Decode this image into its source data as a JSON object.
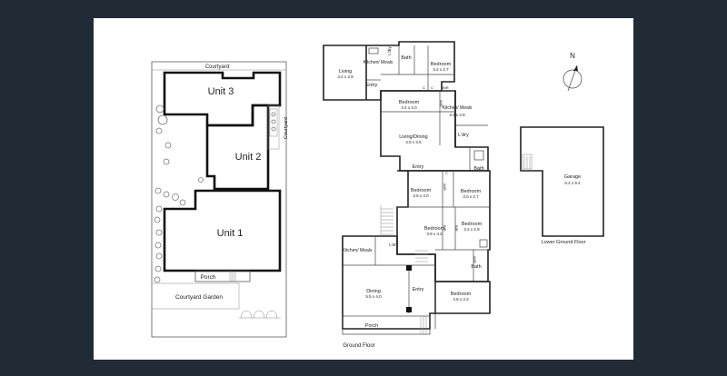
{
  "site": {
    "courtyard_top": "Courtyard",
    "courtyard_side": "Courtyard",
    "unit1": "Unit 1",
    "unit2": "Unit 2",
    "unit3": "Unit 3",
    "porch": "Porch",
    "courtyard_garden": "Courtyard Garden"
  },
  "ground": {
    "title": "Ground Floor",
    "rooms": [
      {
        "name": "Living",
        "size": "3.2 x 4.9"
      },
      {
        "name": "Kitchen/ Meals",
        "size": ""
      },
      {
        "name": "L'dry",
        "size": ""
      },
      {
        "name": "Bath",
        "size": ""
      },
      {
        "name": "Bedroom",
        "size": "3.2 x 2.7"
      },
      {
        "name": "Entry",
        "size": ""
      },
      {
        "name": "Bedroom",
        "size": "4.4 x 3.0"
      },
      {
        "name": "Kitchen/ Meals",
        "size": "3.1 x 2.8"
      },
      {
        "name": "Living/Dining",
        "size": "4.5 x 3.6"
      },
      {
        "name": "L'dry",
        "size": ""
      },
      {
        "name": "Entry",
        "size": ""
      },
      {
        "name": "Bath",
        "size": ""
      },
      {
        "name": "Bedroom",
        "size": "3.8 x 3.0"
      },
      {
        "name": "Bedroom",
        "size": "3.0 x 2.7"
      },
      {
        "name": "Bedroom",
        "size": "3.9 x 4.2"
      },
      {
        "name": "Bedroom",
        "size": "3.2 x 2.9"
      },
      {
        "name": "Kitchen/ Meals",
        "size": ""
      },
      {
        "name": "L'dry",
        "size": ""
      },
      {
        "name": "Bath",
        "size": ""
      },
      {
        "name": "Dining",
        "size": "5.5 x 4.0"
      },
      {
        "name": "Entry",
        "size": ""
      },
      {
        "name": "Bedroom",
        "size": "4.8 x 3.3"
      },
      {
        "name": "Porch",
        "size": ""
      }
    ],
    "tags": {
      "wir": "WIR",
      "bir": "BIR",
      "c": "C"
    }
  },
  "lower": {
    "title": "Lower Ground Floor",
    "garage": "Garage",
    "garage_size": "6.2 x 9.4"
  },
  "compass": {
    "north": "N"
  }
}
